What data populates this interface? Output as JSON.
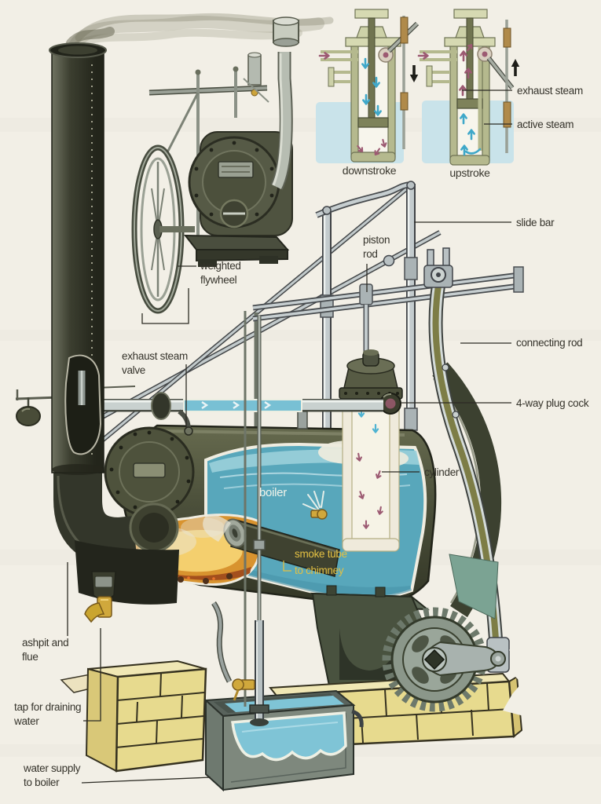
{
  "colors": {
    "background": "#f2efe6",
    "boiler_metal": "#4b4f3a",
    "water_blue": "#58a7bb",
    "brick_yellow": "#e7da8e",
    "fire_orange": "#d8932f",
    "brass": "#d0a83c",
    "steel": "#c9d1cf",
    "active_steam_arrow": "#3fa8c9",
    "exhaust_steam_arrow": "#9c5a72",
    "label_text": "#35332b",
    "boiler_label_text": "#f2f4ea",
    "smoke_tube_label_text": "#e3c043"
  },
  "inset_diagrams": {
    "downstroke_caption": "downstroke",
    "upstroke_caption": "upstroke",
    "exhaust_steam": "exhaust steam",
    "active_steam": "active steam"
  },
  "labels": {
    "slide_bar": "slide bar",
    "piston_rod": [
      "piston",
      "rod"
    ],
    "weighted_flywheel": [
      "weighted",
      "flywheel"
    ],
    "connecting_rod": "connecting rod",
    "four_way_plug_cock": "4-way plug cock",
    "exhaust_steam_valve": [
      "exhaust steam",
      "valve"
    ],
    "cylinder": "cylinder",
    "boiler": "boiler",
    "smoke_tube_to_chimney": [
      "smoke tube",
      "to chimney"
    ],
    "ashpit_and_flue": [
      "ashpit and",
      "flue"
    ],
    "tap_for_draining_water": [
      "tap for draining",
      "water"
    ],
    "water_supply_to_boiler": [
      "water supply",
      "to boiler"
    ]
  }
}
